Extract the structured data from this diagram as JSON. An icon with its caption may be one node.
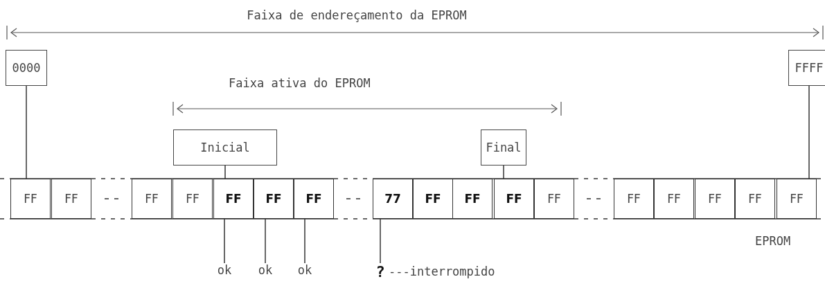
{
  "diagram": {
    "nodes": [
      {
        "text": [
          "0000"
        ]
      },
      {
        "text": [
          "FFFF"
        ]
      },
      {
        "text": [
          "Inicial"
        ]
      },
      {
        "text": [
          "Final"
        ]
      },
      {
        "text": [
          "FF"
        ]
      },
      {
        "text": [
          "FF"
        ]
      },
      {
        "text": [
          "FF"
        ]
      },
      {
        "text": [
          "FF"
        ]
      },
      {
        "text": [
          "FF"
        ]
      },
      {
        "text": [
          "FF"
        ]
      },
      {
        "text": [
          "FF"
        ]
      },
      {
        "text": [
          "77"
        ]
      },
      {
        "text": [
          "FF"
        ]
      },
      {
        "text": [
          "FF"
        ]
      },
      {
        "text": [
          "FF"
        ]
      },
      {
        "text": [
          "FF"
        ]
      },
      {
        "text": [
          "FF"
        ]
      },
      {
        "text": [
          "FF"
        ]
      },
      {
        "text": [
          "FF"
        ]
      },
      {
        "text": [
          "FF"
        ]
      },
      {
        "text": [
          "FF"
        ]
      },
      {
        "text": [
          "ok"
        ]
      },
      {
        "text": [
          "ok"
        ]
      },
      {
        "text": [
          "ok"
        ]
      },
      {
        "text": [
          "?"
        ],
        "beside": [
          "---interrompido"
        ]
      }
    ],
    "edges": [
      {
        "from": 0,
        "to": 4,
        "arrow": "none"
      },
      {
        "from": 1,
        "to": 20,
        "arrow": "none"
      },
      {
        "from": 2,
        "to": 8,
        "arrow": "none"
      },
      {
        "from": 3,
        "to": 14,
        "arrow": "none"
      },
      {
        "from": 8,
        "to": 21,
        "arrow": "none"
      },
      {
        "from": 9,
        "to": 22,
        "arrow": "none"
      },
      {
        "from": 10,
        "to": 23,
        "arrow": "none"
      },
      {
        "from": 11,
        "to": 24,
        "arrow": "none"
      }
    ],
    "labels": [
      "Faixa de endereçamento da EPROM",
      "Faixa ativa do EPROM",
      "EPROM"
    ]
  }
}
